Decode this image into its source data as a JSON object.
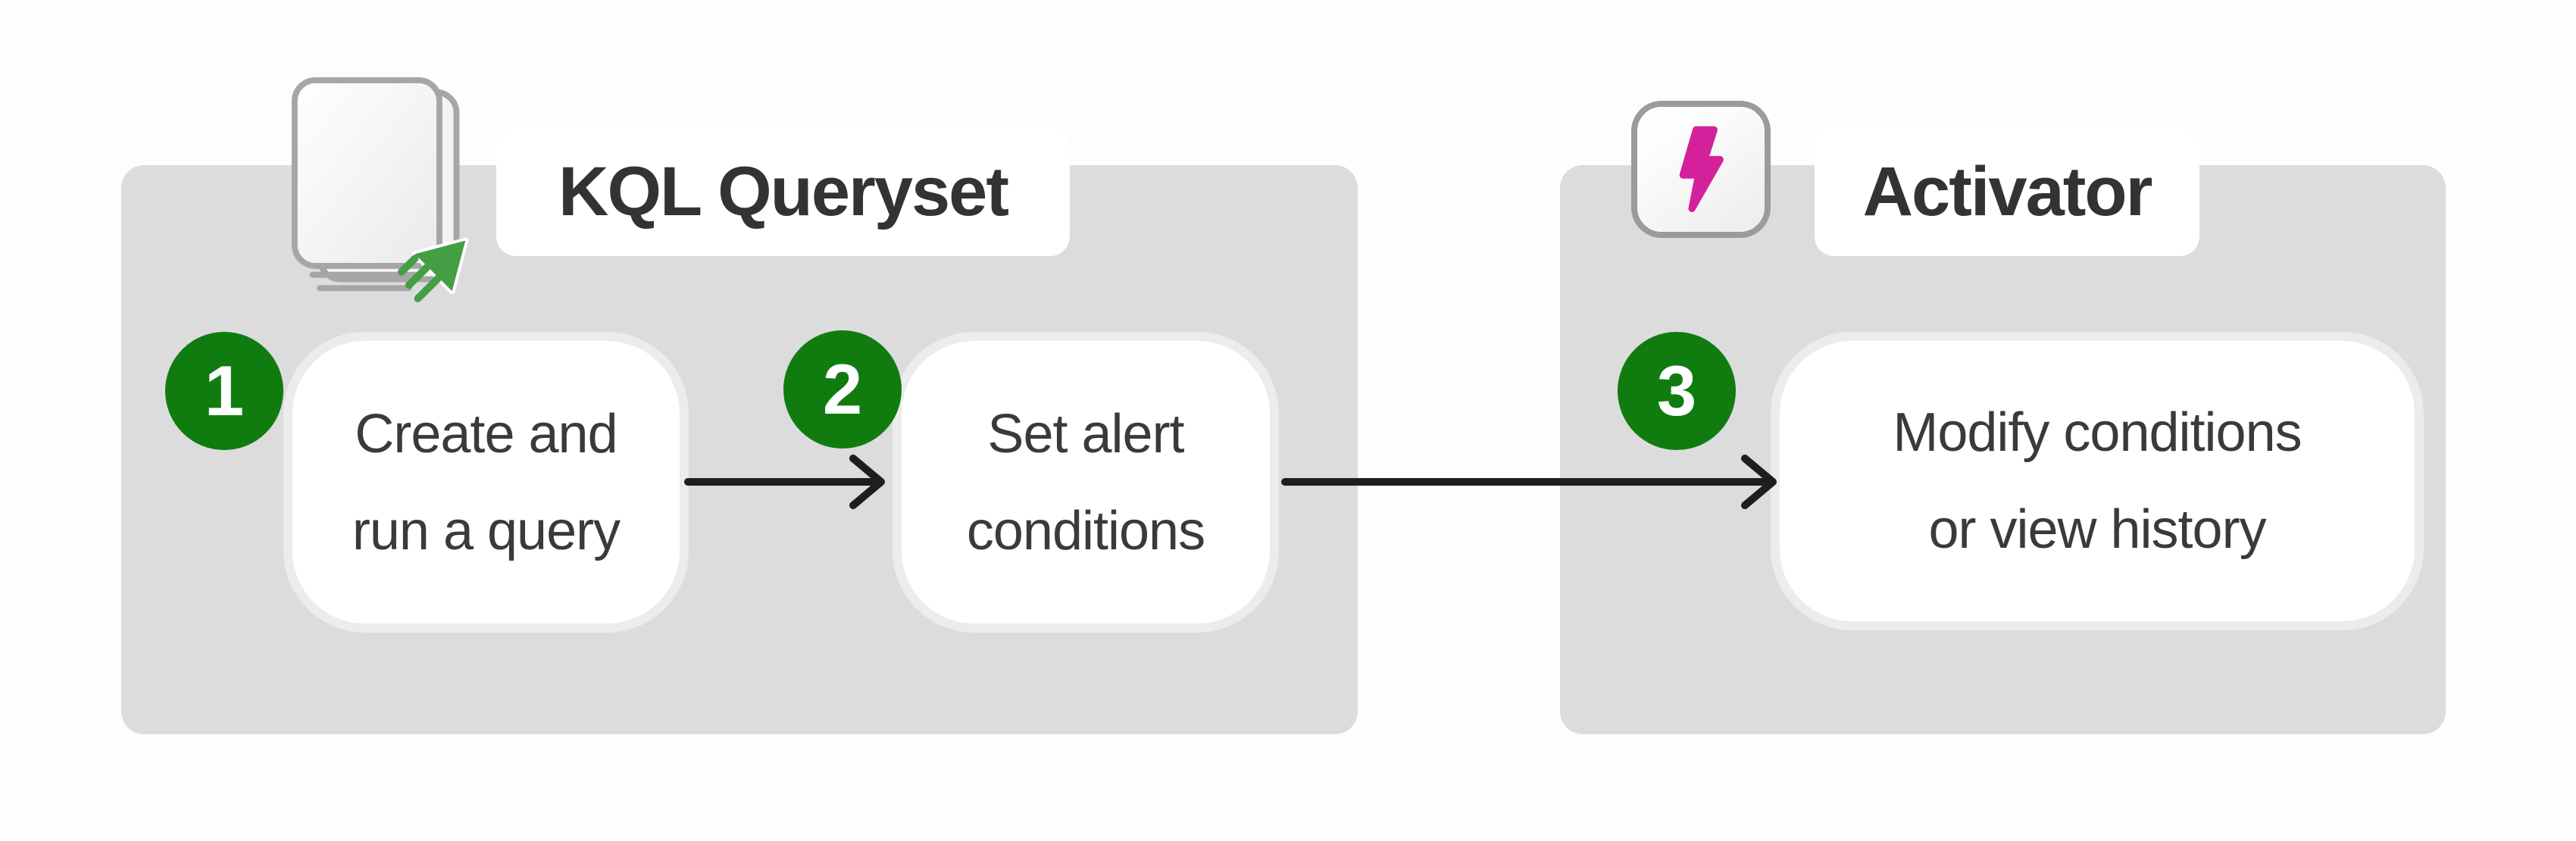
{
  "colors": {
    "page-bg": "#fdfdfc",
    "panel-bg": "#dcdcdc",
    "card-bg": "#ffffff",
    "card-ring": "#ececec",
    "badge-bg": "#107c10",
    "badge-text": "#ffffff",
    "title-text": "#333333",
    "step-text": "#3a3a3a",
    "arrow": "#1e1e1e",
    "icon-border": "#9b9b9b",
    "icon-page-stroke": "#a6a6a6",
    "icon-arrow-green": "#449e44",
    "bolt-pink": "#d4219b"
  },
  "panels": [
    {
      "title": "KQL Queryset",
      "icon": "kql-queryset-document-stack-icon"
    },
    {
      "title": "Activator",
      "icon": "activator-lightning-bolt-icon"
    }
  ],
  "steps": [
    {
      "number": "1",
      "line1": "Create and",
      "line2": "run a query"
    },
    {
      "number": "2",
      "line1": "Set alert",
      "line2": "conditions"
    },
    {
      "number": "3",
      "line1": "Modify conditions",
      "line2": "or view history"
    }
  ]
}
